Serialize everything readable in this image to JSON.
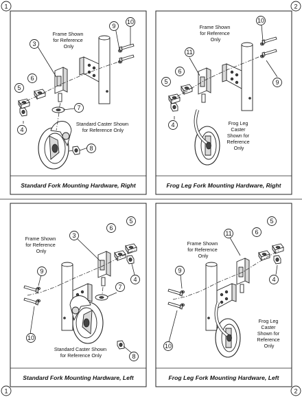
{
  "sheet_markers": [
    "1",
    "2",
    "1",
    "2"
  ],
  "panels": [
    {
      "caption": "Standard Fork Mounting Hardware, Right",
      "frame_note": [
        "Frame Shown",
        "for Reference",
        "Only"
      ],
      "caster_note": [
        "Standard Caster Shown",
        "for Reference Only"
      ],
      "callouts": [
        "3",
        "4",
        "5",
        "6",
        "7",
        "8",
        "9",
        "10"
      ]
    },
    {
      "caption": "Frog Leg Fork Mounting Hardware, Right",
      "frame_note": [
        "Frame Shown",
        "for Reference",
        "Only"
      ],
      "caster_note": [
        "Frog Leg",
        "Caster",
        "Shown for",
        "Reference",
        "Only"
      ],
      "callouts": [
        "11",
        "6",
        "5",
        "4",
        "10",
        "9"
      ]
    },
    {
      "caption": "Standard Fork Mounting Hardware, Left",
      "frame_note": [
        "Frame Shown",
        "for Reference",
        "Only"
      ],
      "caster_note": [
        "Standard Caster Shown",
        "for Reference Only"
      ],
      "callouts": [
        "3",
        "6",
        "5",
        "4",
        "7",
        "9",
        "10",
        "8"
      ]
    },
    {
      "caption": "Frog Leg Fork Mounting Hardware, Left",
      "frame_note": [
        "Frame Shown",
        "for Reference",
        "Only"
      ],
      "caster_note": [
        "Frog Leg",
        "Caster",
        "Shown for",
        "Reference",
        "Only"
      ],
      "callouts": [
        "11",
        "6",
        "5",
        "4",
        "9",
        "10"
      ]
    }
  ]
}
